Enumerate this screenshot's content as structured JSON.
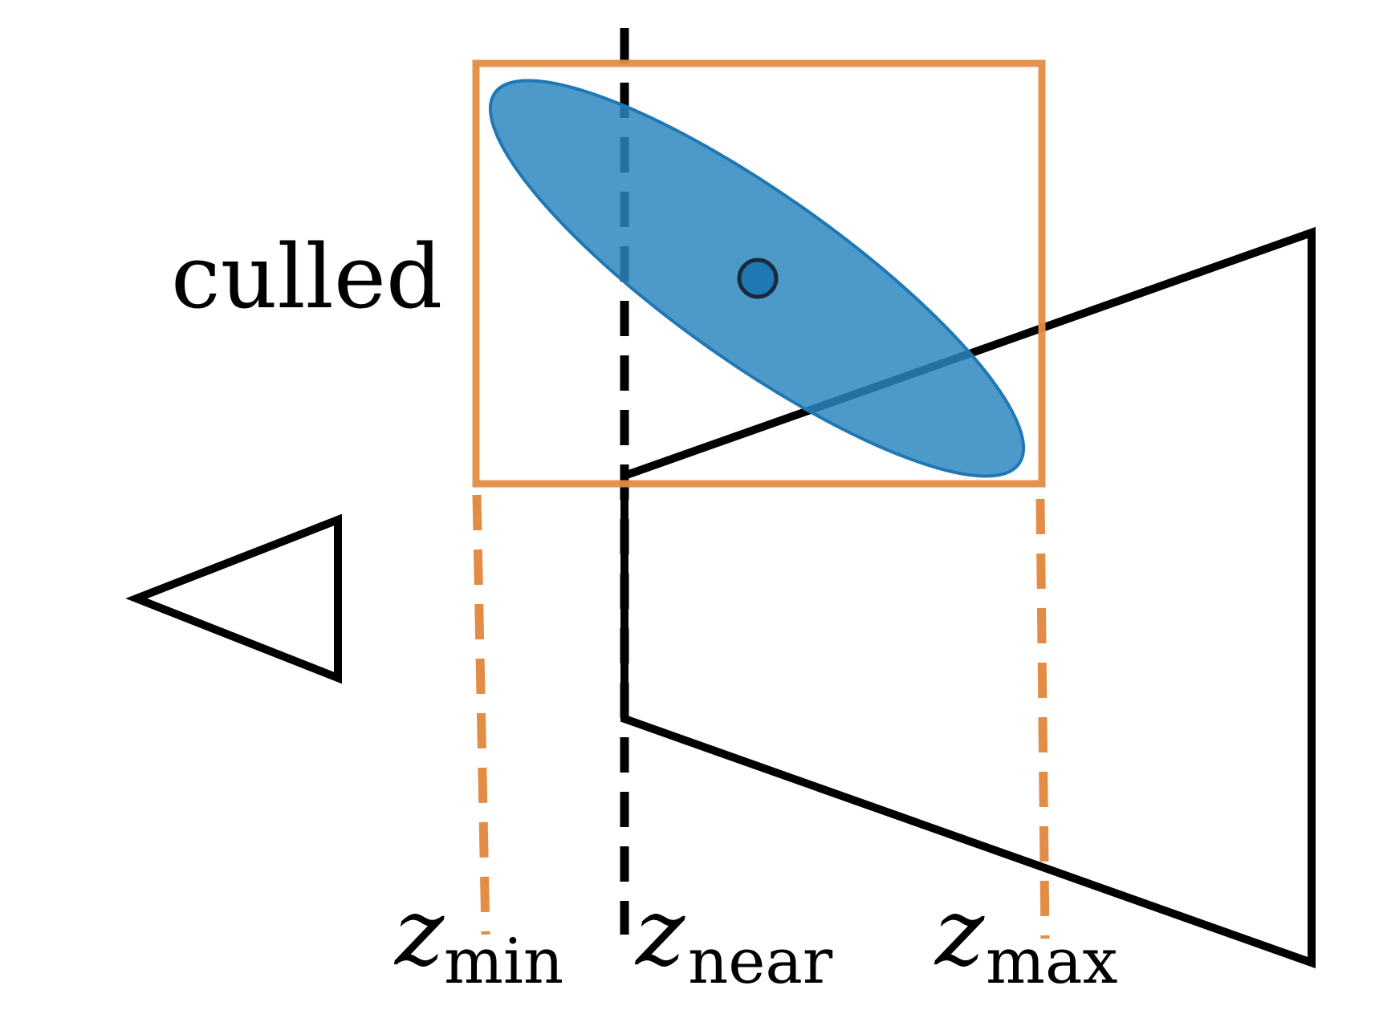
{
  "labels": {
    "culled": "culled",
    "z_symbol": "z",
    "z_min_sub": "min",
    "z_near_sub": "near",
    "z_max_sub": "max"
  },
  "colors": {
    "bounding_box": "#e38c45",
    "ellipse_fill": "#2b87c0",
    "ellipse_stroke": "#1f78b4",
    "center_point": "#1f78b4",
    "outline": "#000000"
  },
  "icons": {
    "camera": "camera-triangle-icon",
    "frustum": "view-frustum-trapezoid"
  }
}
